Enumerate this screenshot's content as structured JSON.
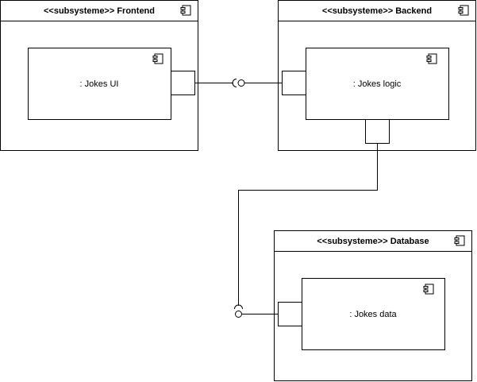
{
  "subsystems": {
    "frontend": {
      "title": "<<subsysteme>> Frontend"
    },
    "backend": {
      "title": "<<subsysteme>> Backend"
    },
    "database": {
      "title": "<<subsysteme>> Database"
    }
  },
  "components": {
    "jokes_ui": {
      "label": ": Jokes UI"
    },
    "jokes_logic": {
      "label": ": Jokes logic"
    },
    "jokes_data": {
      "label": ": Jokes data"
    }
  },
  "colors": {
    "stroke": "#000000",
    "fill": "#ffffff"
  }
}
